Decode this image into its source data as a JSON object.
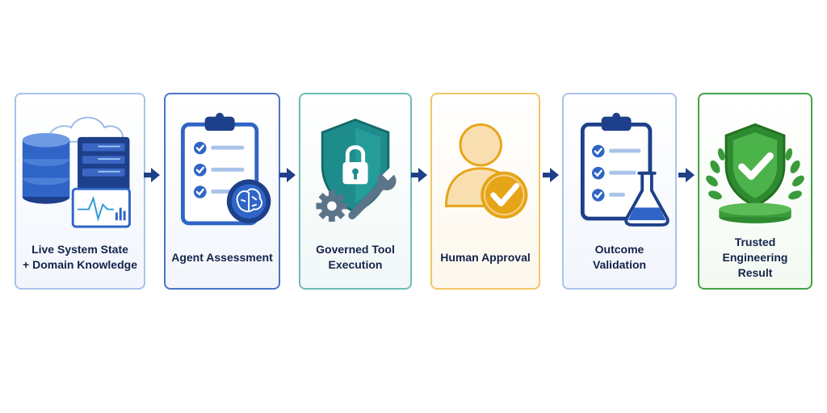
{
  "steps": [
    {
      "label": "Live System State\n+ Domain Knowledge",
      "icon": "database-server-cloud-icon"
    },
    {
      "label": "Agent Assessment",
      "icon": "clipboard-brain-icon"
    },
    {
      "label": "Governed Tool\nExecution",
      "icon": "shield-lock-tools-icon"
    },
    {
      "label": "Human Approval",
      "icon": "person-check-icon"
    },
    {
      "label": "Outcome Validation",
      "icon": "clipboard-flask-icon"
    },
    {
      "label": "Trusted Engineering\nResult",
      "icon": "shield-check-laurel-icon"
    }
  ],
  "colors": {
    "navy": "#1e3f8a",
    "blue": "#2f65c6",
    "teal": "#1f8c8c",
    "gold": "#e6a417",
    "green": "#3a9b3b",
    "arrow": "#1e3f8a"
  }
}
